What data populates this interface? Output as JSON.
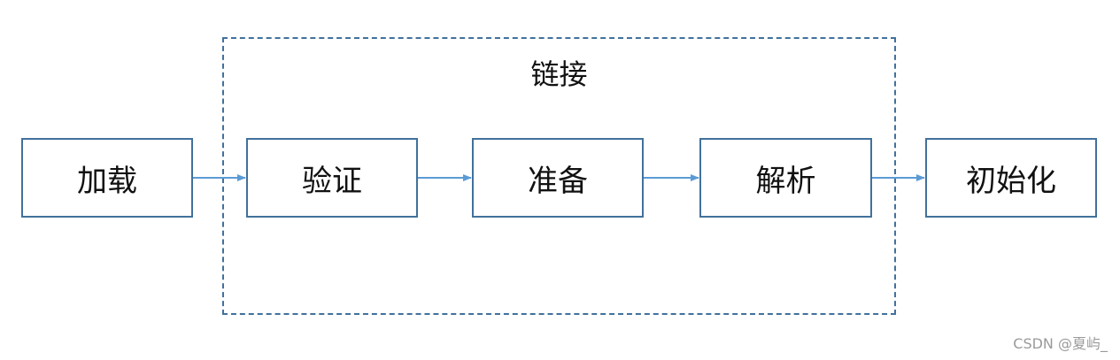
{
  "diagram": {
    "group_title": "链接",
    "nodes": [
      {
        "label": "加载"
      },
      {
        "label": "验证"
      },
      {
        "label": "准备"
      },
      {
        "label": "解析"
      },
      {
        "label": "初始化"
      }
    ],
    "colors": {
      "border": "#41719c",
      "arrow": "#5b9bd5",
      "text": "#111111"
    }
  },
  "watermark": "CSDN @夏屿_"
}
